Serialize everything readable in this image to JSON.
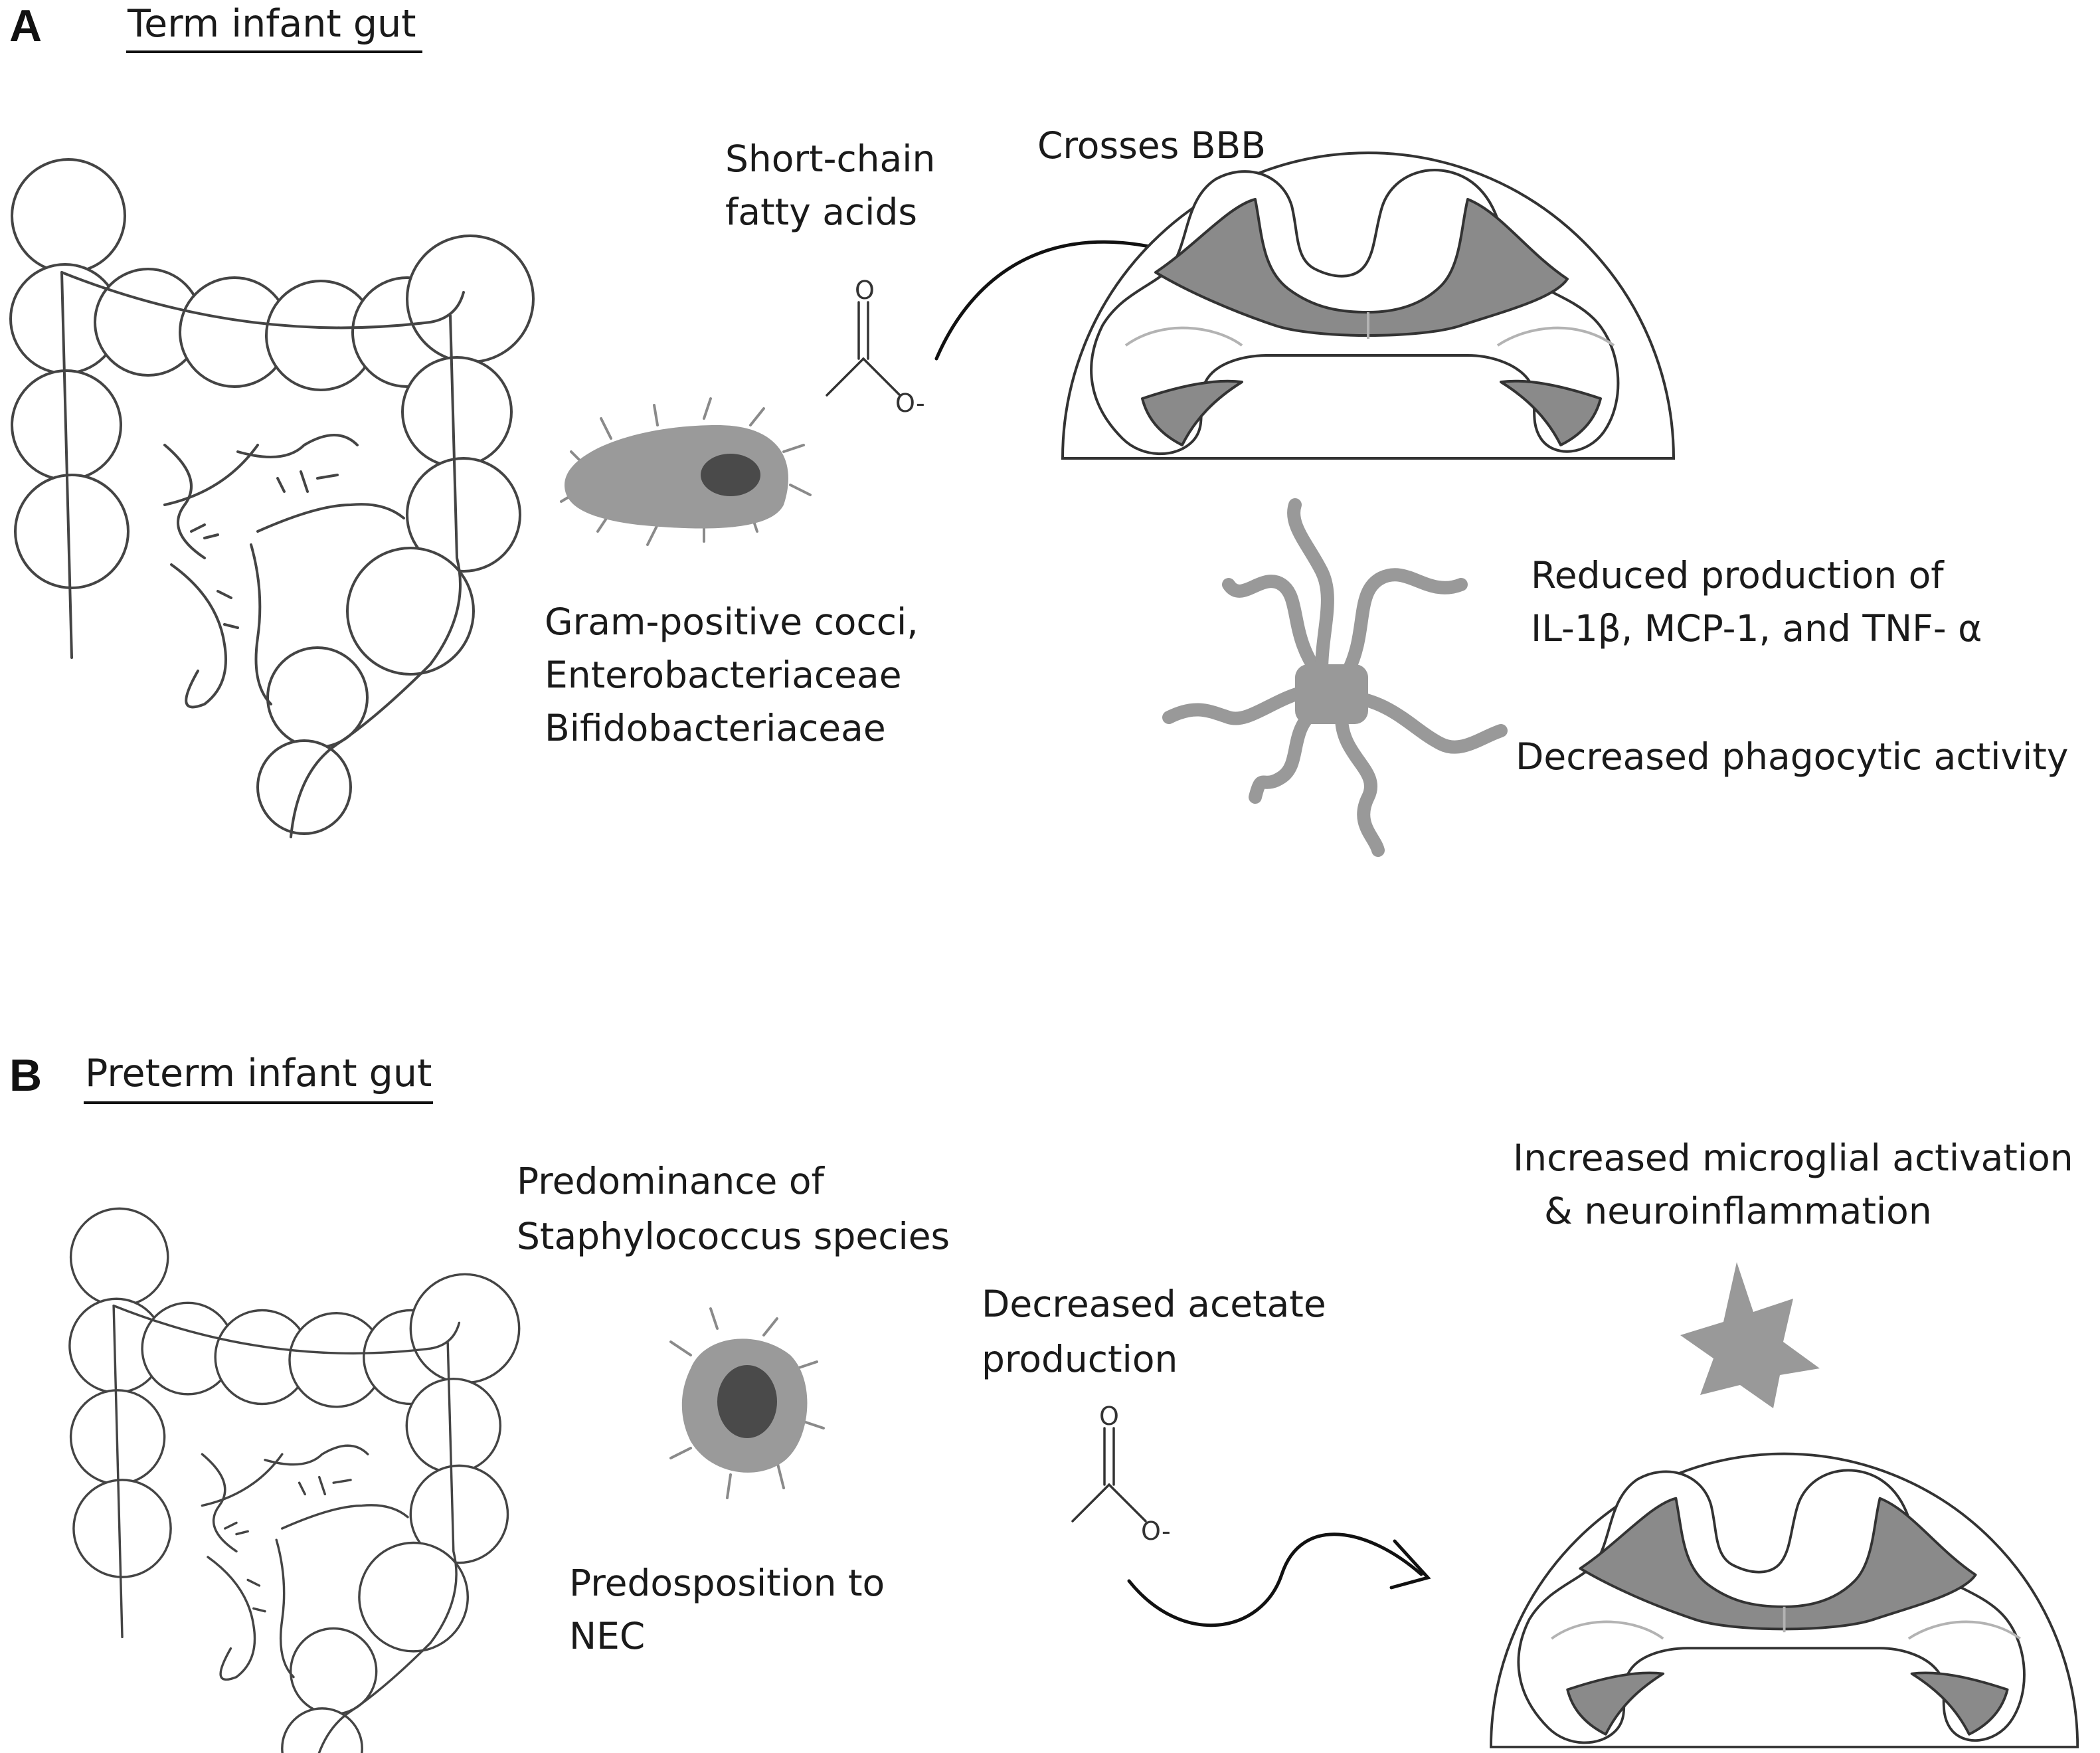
{
  "panel_a": {
    "letter": "A",
    "title": "Term infant gut",
    "scfa_label_line1": "Short-chain",
    "scfa_label_line2": "fatty acids",
    "chem_oxygen": "O",
    "chem_anion": "O-",
    "bbb_label": "Crosses BBB",
    "bacteria_line1": "Gram-positive cocci,",
    "bacteria_line2": "Enterobacteriaceae",
    "bacteria_line3": "Bifidobacteriaceae",
    "effect_line1": "Reduced production of",
    "effect_line2": "IL-1β, MCP-1, and TNF- α",
    "effect_line3": "Decreased phagocytic activity"
  },
  "panel_b": {
    "letter": "B",
    "title": "Preterm infant gut",
    "bacteria_line1": "Predominance of",
    "bacteria_line2": "Staphylococcus species",
    "nec_line1": "Predosposition to",
    "nec_line2": "NEC",
    "acetate_line1": "Decreased acetate",
    "acetate_line2": "production",
    "chem_oxygen": "O",
    "chem_anion": "O-",
    "microglia_line1": "Increased microglial activation",
    "microglia_line2": "& neuroinflammation"
  },
  "colors": {
    "bacterium_body": "#9a9a9a",
    "bacterium_nucleus": "#4a4a4a",
    "grey_matter": "#8a8a8a",
    "outline": "#333333"
  }
}
